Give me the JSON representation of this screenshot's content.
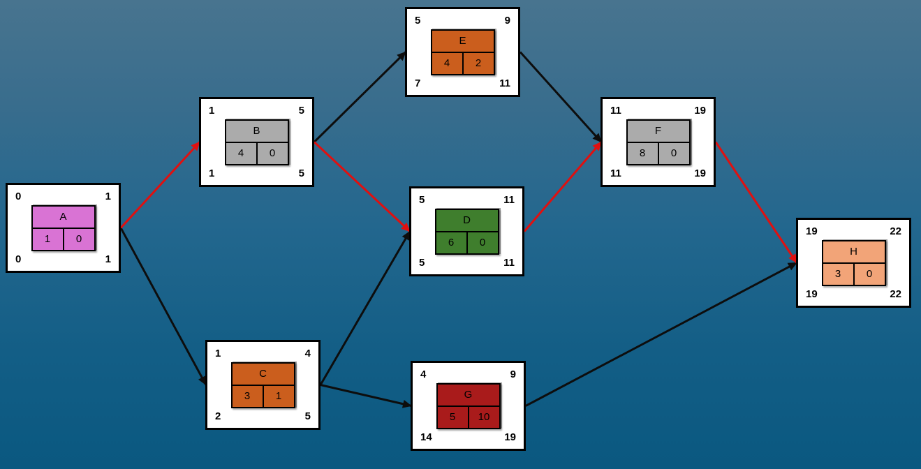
{
  "colors": {
    "critical_edge": "#e01010",
    "normal_edge": "#0d0d0d",
    "node_background": "#ffffff",
    "node_border": "#000000",
    "background_top": "#48748f",
    "background_bottom": "#0a5880"
  },
  "nodes": [
    {
      "id": "A",
      "label": "A",
      "es": "0",
      "ef": "1",
      "ls": "0",
      "lf": "1",
      "duration": "1",
      "slack": "0",
      "fill": "#d973d4"
    },
    {
      "id": "B",
      "label": "B",
      "es": "1",
      "ef": "5",
      "ls": "1",
      "lf": "5",
      "duration": "4",
      "slack": "0",
      "fill": "#ababab"
    },
    {
      "id": "C",
      "label": "C",
      "es": "1",
      "ef": "4",
      "ls": "2",
      "lf": "5",
      "duration": "3",
      "slack": "1",
      "fill": "#cb5e1d"
    },
    {
      "id": "D",
      "label": "D",
      "es": "5",
      "ef": "11",
      "ls": "5",
      "lf": "11",
      "duration": "6",
      "slack": "0",
      "fill": "#3f7e2d"
    },
    {
      "id": "E",
      "label": "E",
      "es": "5",
      "ef": "9",
      "ls": "7",
      "lf": "11",
      "duration": "4",
      "slack": "2",
      "fill": "#cb5e1d"
    },
    {
      "id": "F",
      "label": "F",
      "es": "11",
      "ef": "19",
      "ls": "11",
      "lf": "19",
      "duration": "8",
      "slack": "0",
      "fill": "#ababab"
    },
    {
      "id": "G",
      "label": "G",
      "es": "4",
      "ef": "9",
      "ls": "14",
      "lf": "19",
      "duration": "5",
      "slack": "10",
      "fill": "#a91b1b"
    },
    {
      "id": "H",
      "label": "H",
      "es": "19",
      "ef": "22",
      "ls": "19",
      "lf": "22",
      "duration": "3",
      "slack": "0",
      "fill": "#f2a478"
    }
  ],
  "edges": [
    {
      "from": "A",
      "to": "B",
      "critical": true
    },
    {
      "from": "A",
      "to": "C",
      "critical": false
    },
    {
      "from": "B",
      "to": "E",
      "critical": false
    },
    {
      "from": "B",
      "to": "D",
      "critical": true
    },
    {
      "from": "C",
      "to": "D",
      "critical": false
    },
    {
      "from": "C",
      "to": "G",
      "critical": false
    },
    {
      "from": "E",
      "to": "F",
      "critical": false
    },
    {
      "from": "D",
      "to": "F",
      "critical": true
    },
    {
      "from": "F",
      "to": "H",
      "critical": true
    },
    {
      "from": "G",
      "to": "H",
      "critical": false
    }
  ]
}
